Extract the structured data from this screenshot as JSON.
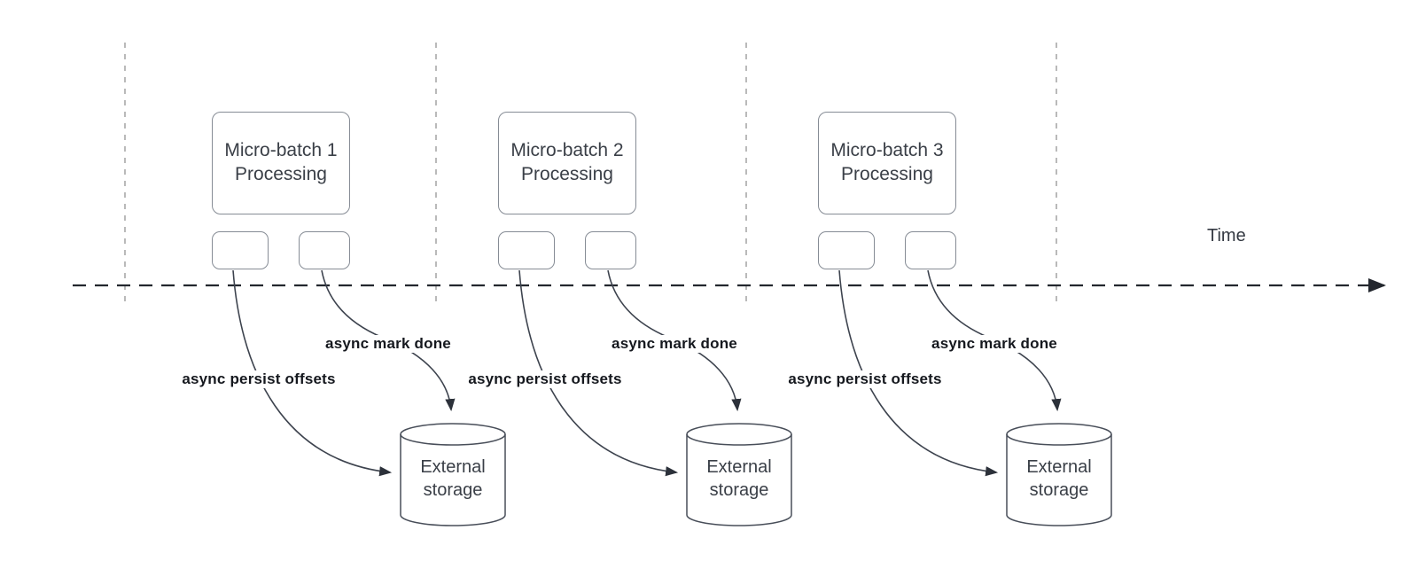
{
  "timeline": {
    "label": "Time"
  },
  "batches": [
    {
      "title": "Micro-batch 1 Processing",
      "persist_label": "async persist offsets",
      "done_label": "async mark done",
      "storage_label": "External storage"
    },
    {
      "title": "Micro-batch 2 Processing",
      "persist_label": "async persist offsets",
      "done_label": "async mark done",
      "storage_label": "External storage"
    },
    {
      "title": "Micro-batch 3 Processing",
      "persist_label": "async persist offsets",
      "done_label": "async mark done",
      "storage_label": "External storage"
    }
  ],
  "colors": {
    "curve_stroke": "#3d434e",
    "timeline_stroke": "#23272e",
    "box_border": "#868c95",
    "guide_line": "#a8a8a8",
    "label_text": "#15181e",
    "box_text": "#3a3f47"
  }
}
